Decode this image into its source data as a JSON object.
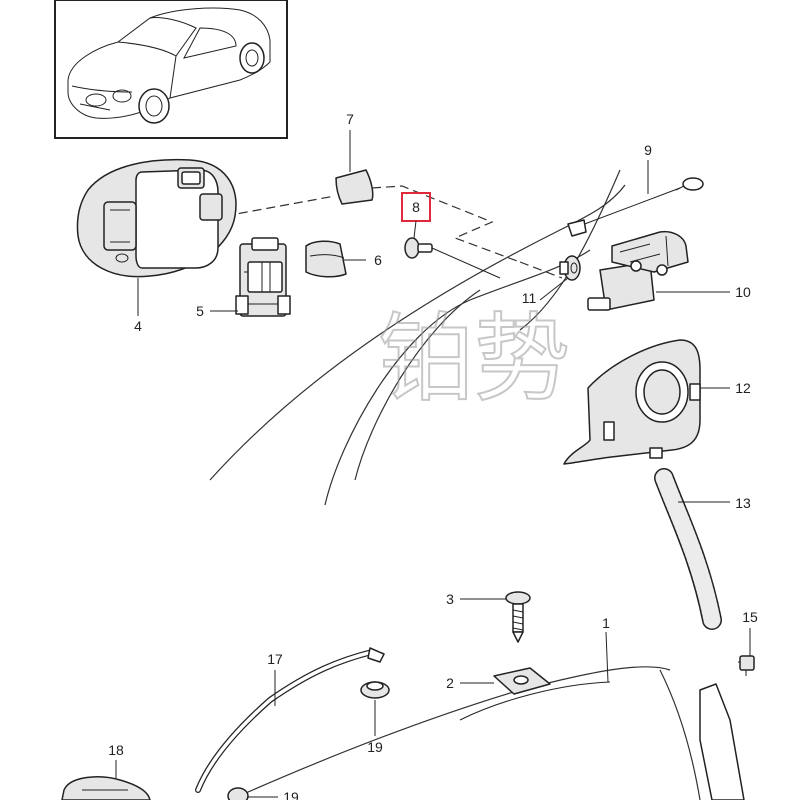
{
  "callouts": {
    "c1": "1",
    "c2": "2",
    "c3": "3",
    "c4": "4",
    "c5": "5",
    "c6": "6",
    "c7": "7",
    "c8": "8",
    "c9": "9",
    "c10": "10",
    "c11": "11",
    "c12": "12",
    "c13": "13",
    "c15": "15",
    "c17": "17",
    "c18": "18",
    "c19a": "19",
    "c19b": "19"
  },
  "highlight": {
    "callout": "8",
    "color": "#e0293a"
  },
  "watermark": {
    "text": "铂势"
  },
  "colors": {
    "line": "#222222",
    "background": "#ffffff",
    "watermark": "#9a9a9a"
  },
  "icons": [
    "car-thumbnail-icon"
  ]
}
